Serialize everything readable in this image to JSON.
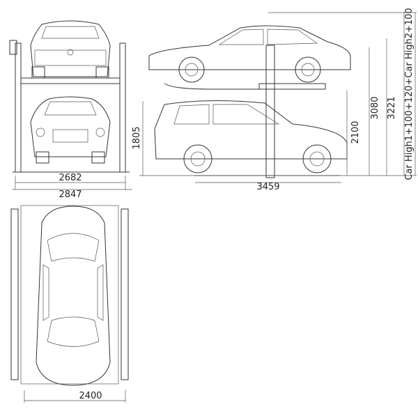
{
  "front_view": {
    "inner_width": "2682",
    "outer_width": "2847"
  },
  "side_view": {
    "lower_height": "1805",
    "platform_height": "2100",
    "total_height": "3080",
    "max_height": "3221",
    "length": "3459",
    "formula": "Car High1+100+120+Car High2+100"
  },
  "top_view": {
    "width": "2400"
  }
}
